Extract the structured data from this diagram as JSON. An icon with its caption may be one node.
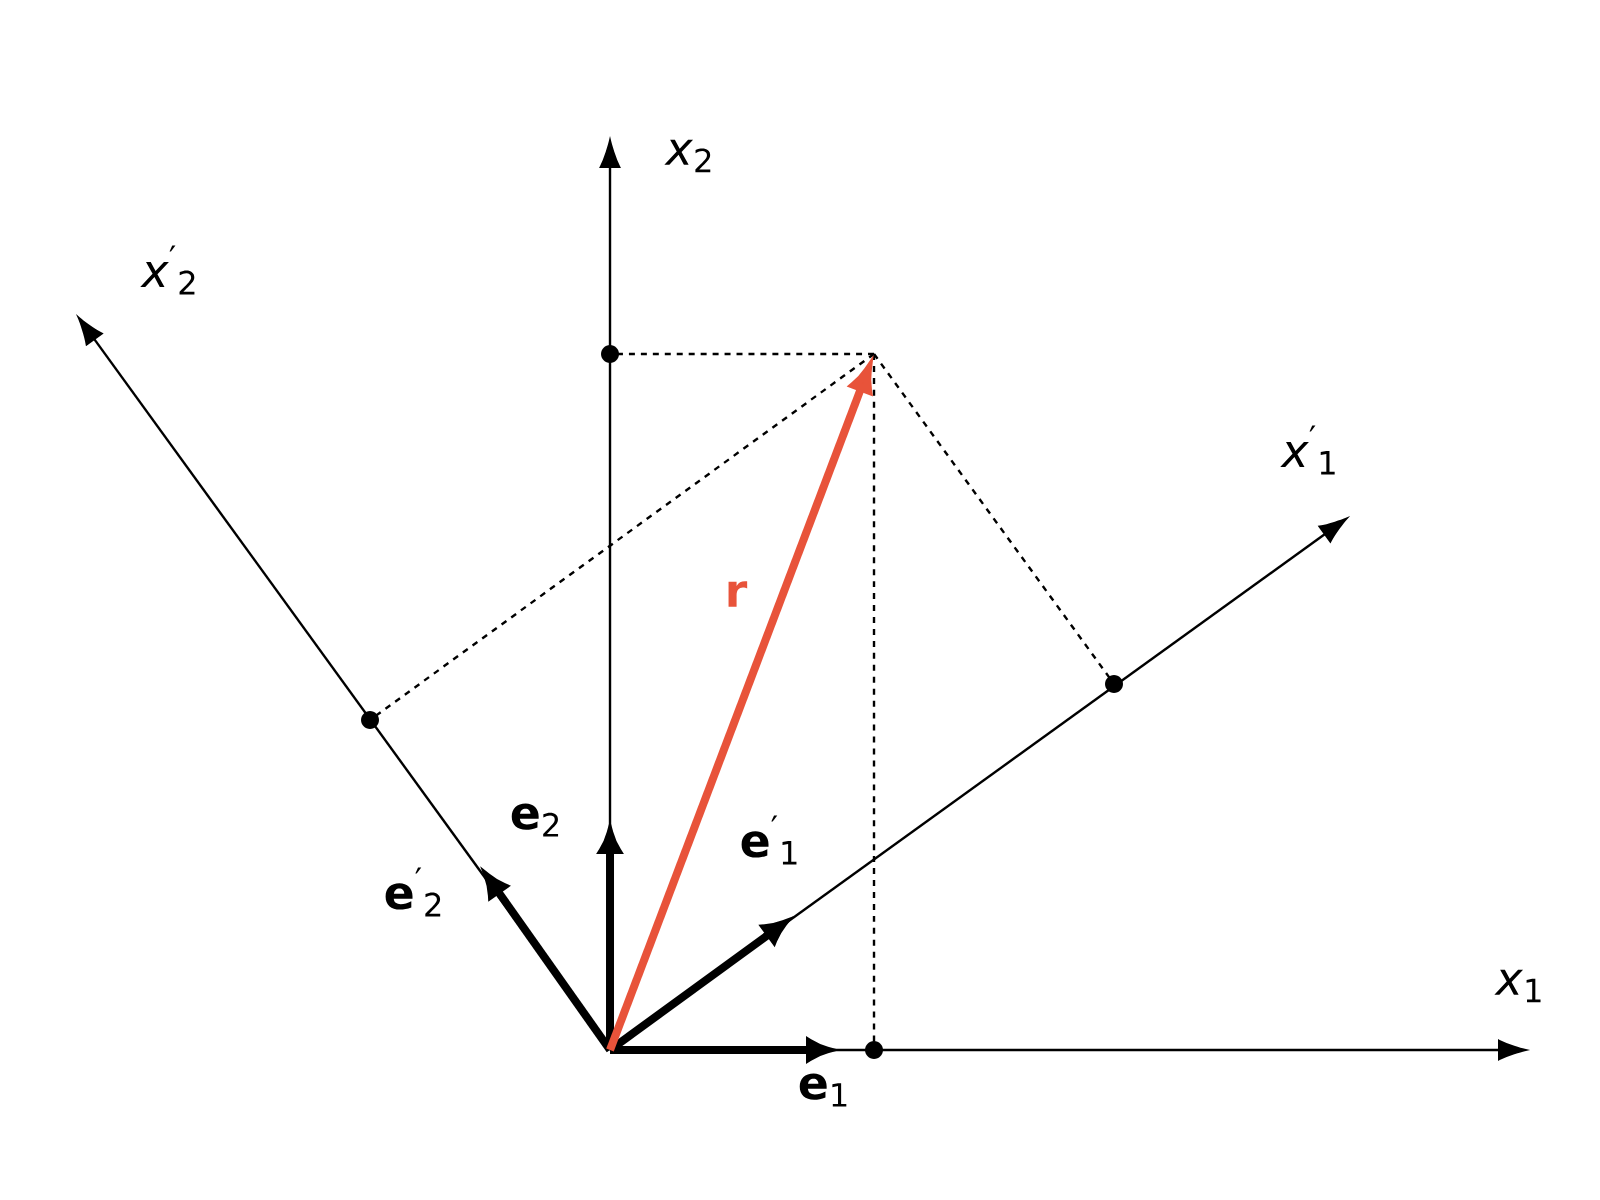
{
  "diagram": {
    "labels": [
      "*x*$^{′}$$_{2}$",
      "*x*$_{2}$",
      "*x*$^{′}$$_{1}$",
      "**r**",
      "**e**$_{2}$",
      "**e**$^{′}$$_{1}$",
      "**e**$^{′}$$_{2}$",
      "*x*$_{1}$",
      "**e**$_{1}$"
    ]
  }
}
